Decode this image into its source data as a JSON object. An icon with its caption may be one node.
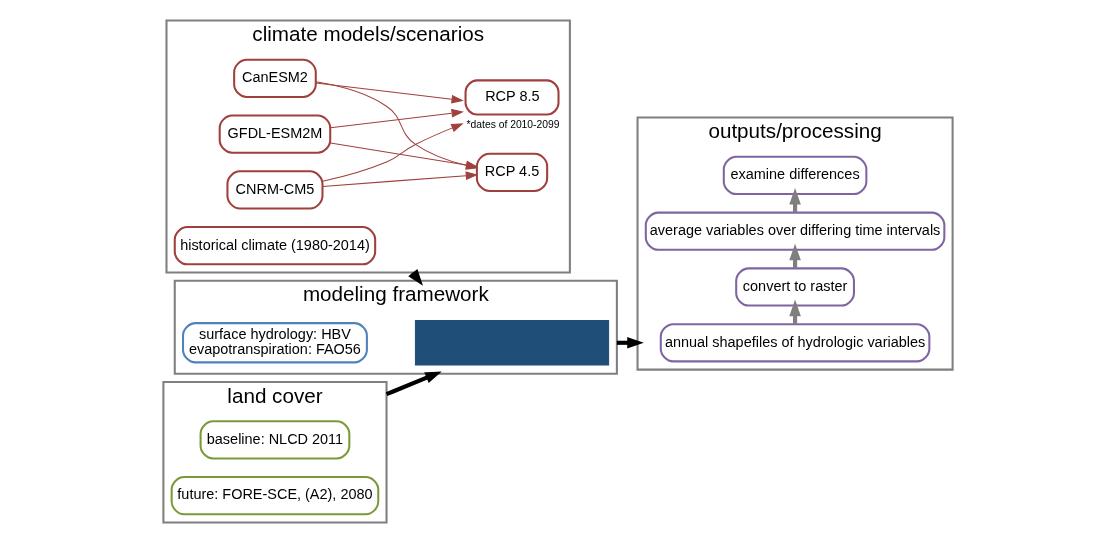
{
  "diagram": {
    "nodes": [
      {
        "text": [
          "climate models/scenarios"
        ]
      },
      {
        "text": [
          "CNRM-CM5"
        ],
        "in": 0
      },
      {
        "text": [
          "CanESM2"
        ],
        "in": 0
      },
      {
        "text": [
          "GFDL-ESM2M"
        ],
        "in": 0
      },
      {
        "text": [
          "RCP 4.5"
        ],
        "in": 0
      },
      {
        "text": [
          "RCP 8.5"
        ],
        "in": 0,
        "beside": [
          "*dates of 2010-2099"
        ]
      },
      {
        "text": [
          "historical climate (1980-2014)"
        ],
        "in": 0
      },
      {
        "text": [
          "land cover"
        ]
      },
      {
        "text": [
          "baseline: NLCD 2011"
        ],
        "in": 7
      },
      {
        "text": [
          "future: FORE-SCE, (A2), 2080"
        ],
        "in": 7
      },
      {
        "text": [
          "modeling framework"
        ]
      },
      {
        "text": [],
        "shape": "bar",
        "in": 10
      },
      {
        "text": [
          "surface hydrology: HBV",
          "evapotranspiration: FAO56"
        ],
        "in": 10
      },
      {
        "text": [
          "outputs/processing"
        ]
      },
      {
        "text": [
          "annual shapefiles of hydrologic variables"
        ],
        "in": 13
      },
      {
        "text": [
          "convert to raster"
        ],
        "in": 13
      },
      {
        "text": [
          "average variables over differing time intervals"
        ],
        "in": 13
      },
      {
        "text": [
          "examine differences"
        ],
        "in": 13
      }
    ],
    "edges": [
      {
        "from": 1,
        "to": 4,
        "arrow": "to",
        "color": "#a0403c"
      },
      {
        "from": 1,
        "to": 5,
        "arrow": "to",
        "color": "#a0403c"
      },
      {
        "from": 2,
        "to": 4,
        "arrow": "to",
        "color": "#a0403c"
      },
      {
        "from": 2,
        "to": 5,
        "arrow": "to",
        "color": "#a0403c"
      },
      {
        "from": 3,
        "to": 4,
        "arrow": "to",
        "color": "#a0403c"
      },
      {
        "from": 3,
        "to": 5,
        "arrow": "to",
        "color": "#a0403c"
      },
      {
        "from": 0,
        "to": 10,
        "arrow": "to",
        "style": "thick",
        "color": "#000000"
      },
      {
        "from": 7,
        "to": 10,
        "arrow": "to",
        "style": "thick",
        "color": "#000000"
      },
      {
        "from": 10,
        "to": 13,
        "arrow": "to",
        "style": "thick",
        "color": "#000000"
      },
      {
        "from": 14,
        "to": 15,
        "arrow": "to",
        "style": "thick",
        "color": "#7f7f7f"
      },
      {
        "from": 15,
        "to": 16,
        "arrow": "to",
        "style": "thick",
        "color": "#7f7f7f"
      },
      {
        "from": 16,
        "to": 17,
        "arrow": "to",
        "style": "thick",
        "color": "#7f7f7f"
      }
    ]
  }
}
